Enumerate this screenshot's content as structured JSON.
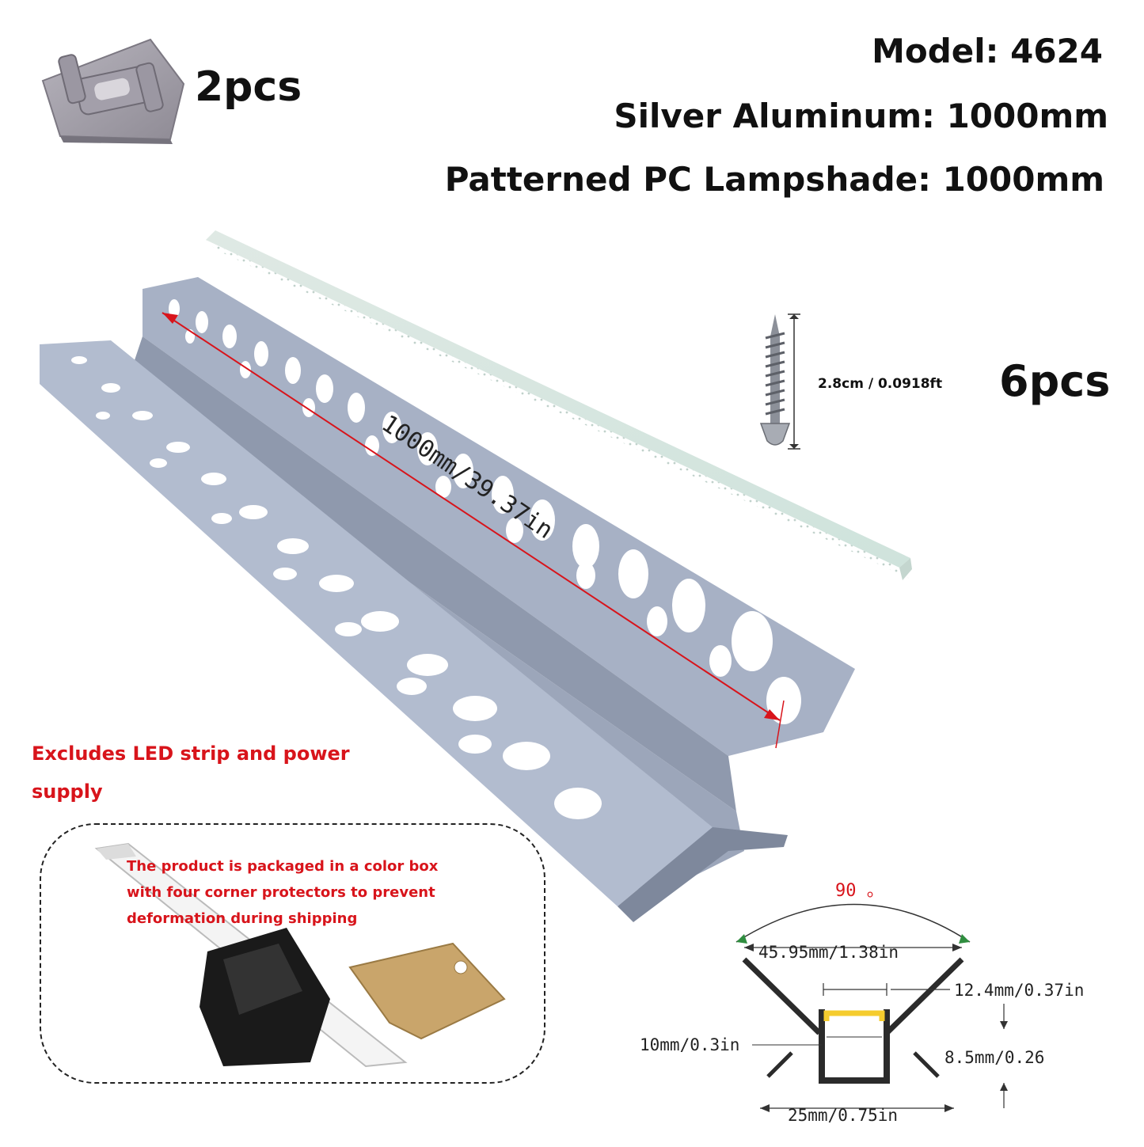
{
  "header": {
    "model": "Model: 4624",
    "aluminum": "Silver Aluminum: 1000mm",
    "lampshade": "Patterned PC Lampshade: 1000mm"
  },
  "end_cap": {
    "qty": "2pcs",
    "icon": "end-cap-icon"
  },
  "screw": {
    "length": "2.8cm / 0.0918ft",
    "qty": "6pcs",
    "icon": "screw-icon"
  },
  "profile": {
    "length_label": "1000mm/39.37in"
  },
  "notice": {
    "excludes": "Excludes LED strip and power supply"
  },
  "packaging": {
    "text": "The product is packaged in a color box with four corner protectors to prevent deformation during shipping"
  },
  "diagram": {
    "angle": "90 。",
    "top_width": "45.95mm/1.38in",
    "inner_width": "12.4mm/0.37in",
    "depth": "10mm/0.3in",
    "height": "8.5mm/0.26",
    "bottom_width": "25mm/0.75in"
  },
  "colors": {
    "accent_red": "#d8141b",
    "aluminum": "#a9b3c6",
    "led": "#f5cc2e"
  }
}
